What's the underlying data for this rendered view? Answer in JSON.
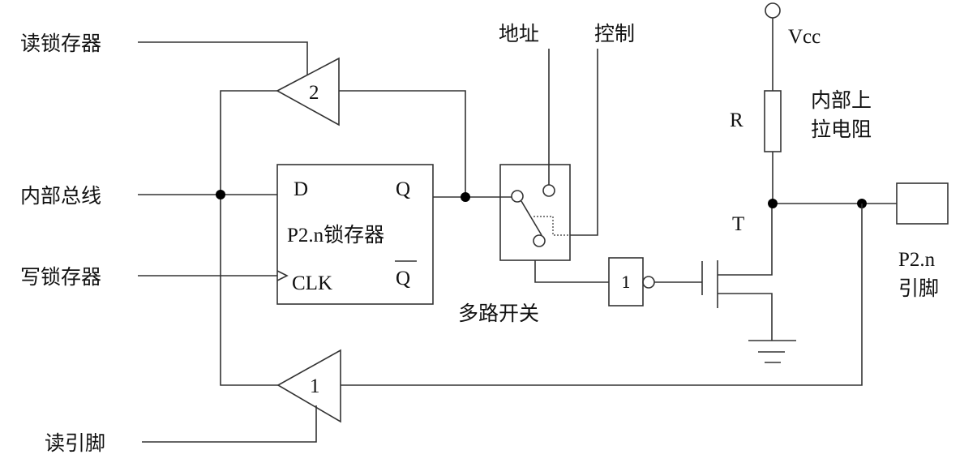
{
  "labels": {
    "read_latch": "读锁存器",
    "internal_bus": "内部总线",
    "write_latch": "写锁存器",
    "read_pin": "读引脚",
    "address": "地址",
    "control": "控制",
    "mux": "多路开关",
    "vcc": "Vcc",
    "r": "R",
    "pullup_line1": "内部上",
    "pullup_line2": "拉电阻",
    "t": "T",
    "pin_line1": "P2.n",
    "pin_line2": "引脚"
  },
  "latch": {
    "d": "D",
    "q": "Q",
    "name": "P2.n锁存器",
    "clk": "CLK",
    "qbar": "Q"
  },
  "buffers": {
    "b2": "2",
    "b1": "1",
    "inverter": "1"
  }
}
